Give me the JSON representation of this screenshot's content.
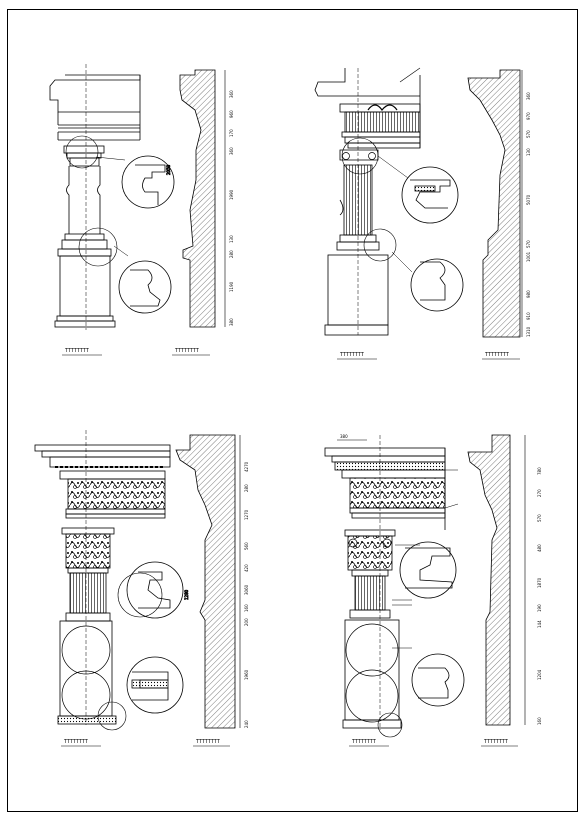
{
  "sheet": {
    "title": "",
    "line_color": "#000000",
    "background": "#ffffff"
  },
  "drawings": [
    {
      "order": "tuscan",
      "caption_elevation": "TTTTTTTT",
      "caption_section": "TTTTTTTT",
      "dims": [
        "360",
        "960",
        "170",
        "360",
        "1990",
        "130",
        "280",
        "1190",
        "380"
      ]
    },
    {
      "order": "ionic",
      "caption_elevation": "TTTTTTTT",
      "caption_section": "TTTTTTTT",
      "dims": [
        "360",
        "970",
        "570",
        "130",
        "5070",
        "570",
        "1001",
        "980",
        "910",
        "1310"
      ]
    },
    {
      "order": "corinthian",
      "caption_elevation": "TTTTTTTT",
      "caption_section": "TTTTTTTT",
      "dims": [
        "4270",
        "280",
        "1270",
        "560",
        "420",
        "3060",
        "160",
        "200",
        "1960",
        "240"
      ]
    },
    {
      "order": "composite",
      "caption_elevation": "TTTTTTTT",
      "caption_section": "TTTTTTTT",
      "top_dim": "380",
      "dims": [
        "780",
        "270",
        "570",
        "480",
        "1870",
        "190",
        "144",
        "1204",
        "160"
      ]
    }
  ]
}
